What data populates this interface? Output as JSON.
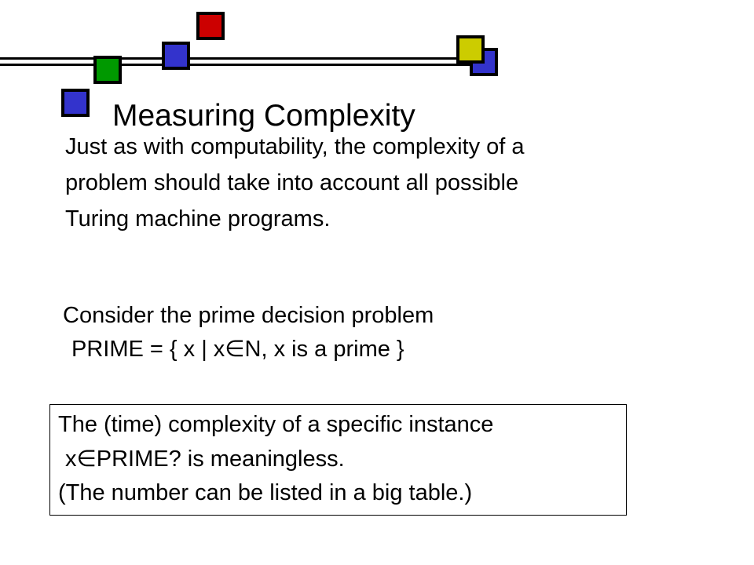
{
  "slide": {
    "title": "Measuring Complexity",
    "intro_lines": [
      "Just as with computability, the complexity of a",
      "problem should take into account all possible",
      "Turing machine programs."
    ],
    "consider_line": "Consider  the prime decision problem",
    "prime_definition": "PRIME = { x | x∈N, x is a prime }",
    "boxed_note_lines": [
      "The (time) complexity of a specific instance",
      "x∈PRIME? is meaningless.",
      "(The number  can be listed in a big table.)"
    ]
  },
  "decoration": {
    "colors": {
      "blue": "#3333cc",
      "green": "#009900",
      "red": "#cc0000",
      "yellow": "#cccc00",
      "outline": "#000000"
    }
  }
}
